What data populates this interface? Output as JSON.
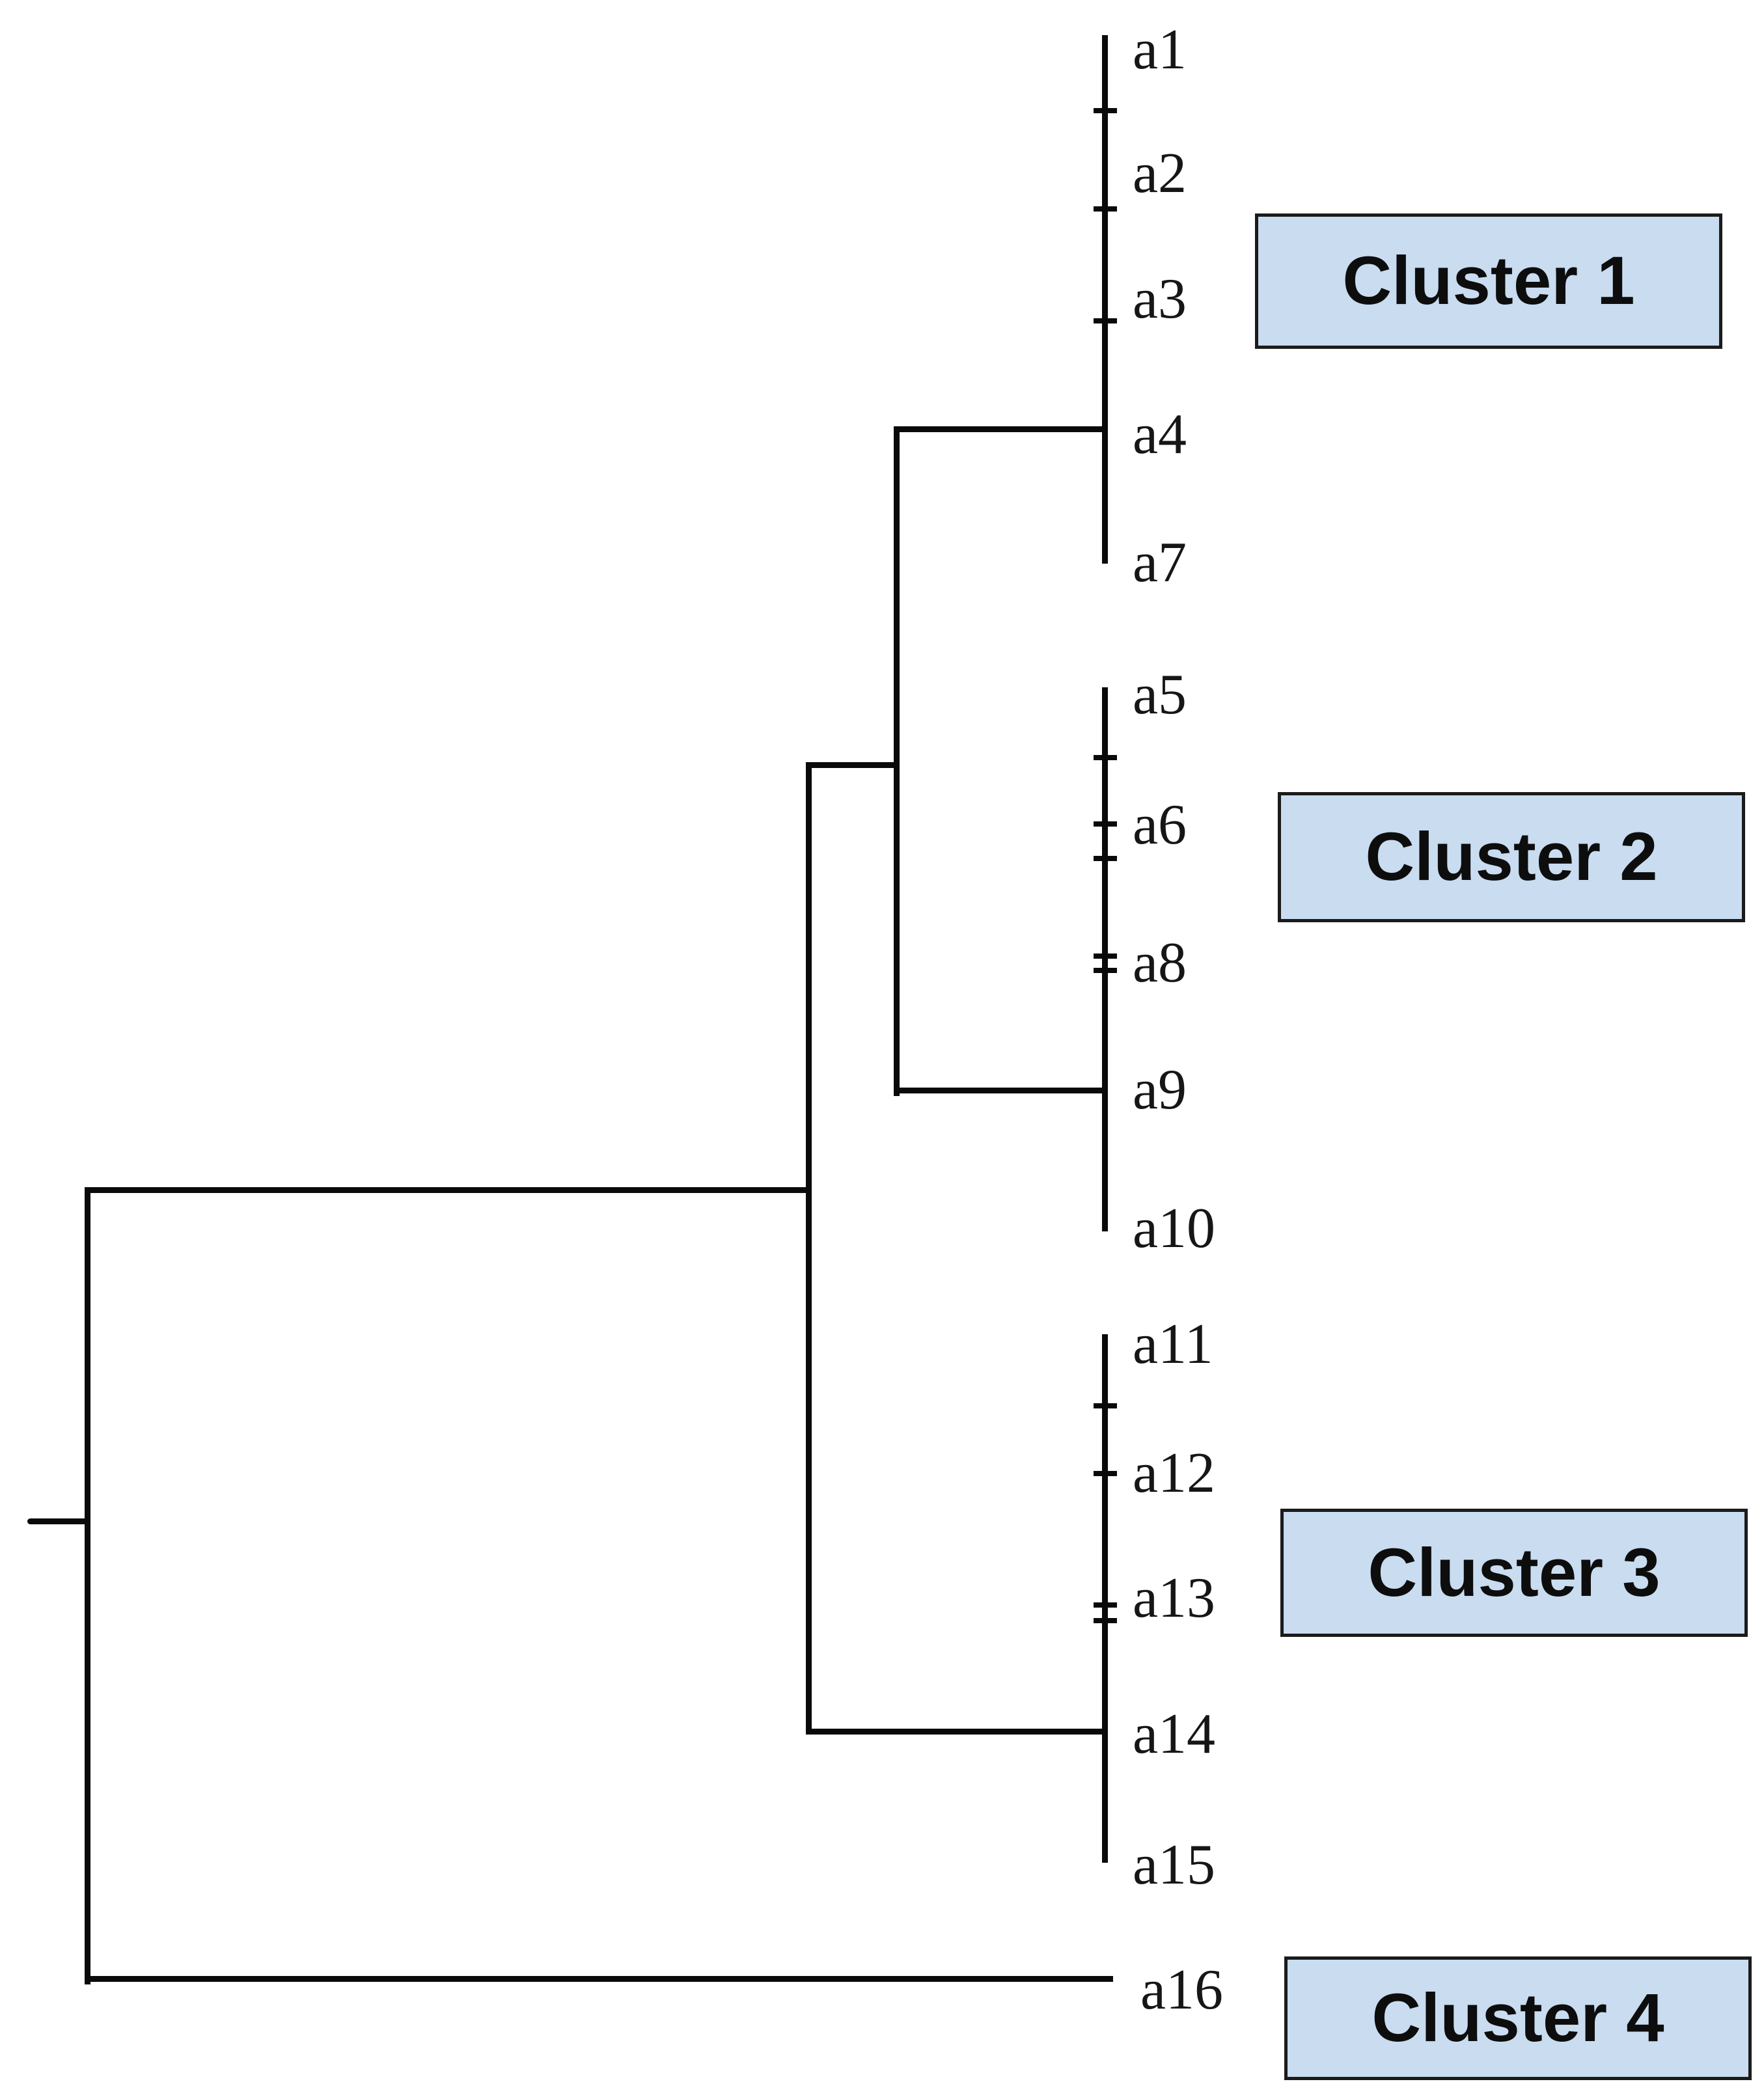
{
  "diagram": {
    "type": "dendrogram",
    "orientation": "root-left-leaves-right",
    "merge_structure": "(((Cluster 1, Cluster 2), Cluster 3), Cluster 4)"
  },
  "leaves": [
    "a1",
    "a2",
    "a3",
    "a4",
    "a7",
    "a5",
    "a6",
    "a8",
    "a9",
    "a10",
    "a11",
    "a12",
    "a13",
    "a14",
    "a15",
    "a16"
  ],
  "clusters": [
    {
      "label": "Cluster 1",
      "members": [
        "a1",
        "a2",
        "a3",
        "a4",
        "a7"
      ]
    },
    {
      "label": "Cluster 2",
      "members": [
        "a5",
        "a6",
        "a8",
        "a9",
        "a10"
      ]
    },
    {
      "label": "Cluster 3",
      "members": [
        "a11",
        "a12",
        "a13",
        "a14",
        "a15"
      ]
    },
    {
      "label": "Cluster 4",
      "members": [
        "a16"
      ]
    }
  ],
  "colors": {
    "line": "#0a0a0a",
    "box_fill": "#c9dcf0",
    "box_border": "#1b1b1b",
    "leaf_text": "#161616",
    "box_text": "#0d0d0d",
    "background": "#ffffff"
  }
}
